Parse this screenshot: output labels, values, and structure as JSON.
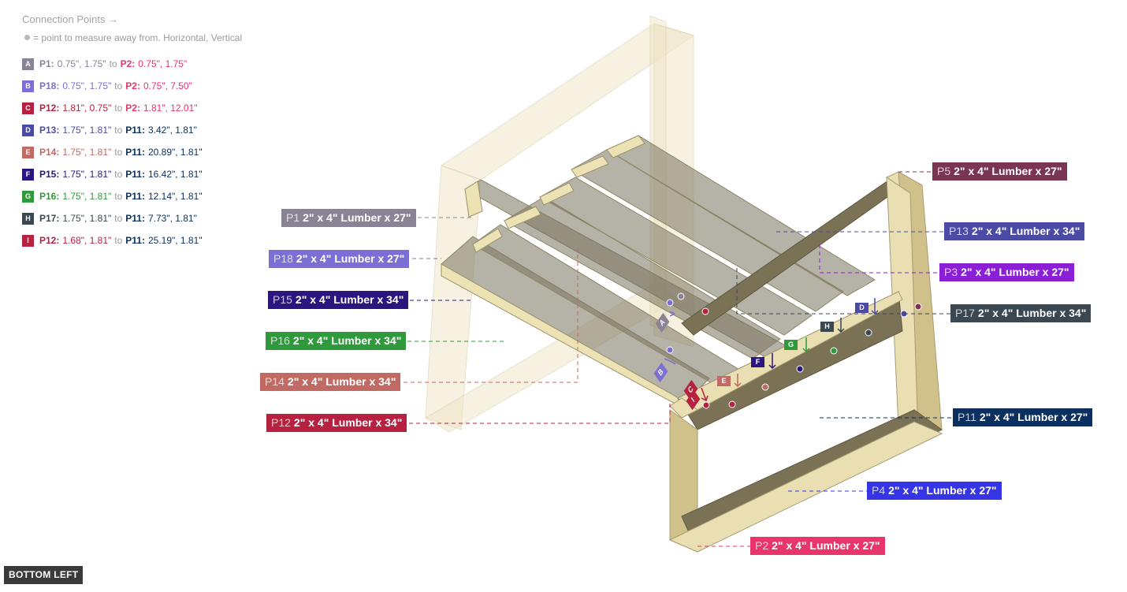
{
  "legend": {
    "title": "Connection Points →",
    "note": "= point to measure away from. Horizontal, Vertical",
    "rows": [
      {
        "letter": "A",
        "color": "#8a8396",
        "from_id": "P1:",
        "from_val": "0.75\", 1.75\"",
        "from_color": "#8a8396",
        "to_word": "to",
        "to_id": "P2:",
        "to_val": "0.75\", 1.75\"",
        "to_color": "#e8356b"
      },
      {
        "letter": "B",
        "color": "#7b6fd6",
        "from_id": "P18:",
        "from_val": "0.75\", 1.75\"",
        "from_color": "#7b6fd6",
        "to_word": "to",
        "to_id": "P2:",
        "to_val": "0.75\", 7.50\"",
        "to_color": "#e8356b"
      },
      {
        "letter": "C",
        "color": "#b5213f",
        "from_id": "P12:",
        "from_val": "1.81\", 0.75\"",
        "from_color": "#b5213f",
        "to_word": "to",
        "to_id": "P2:",
        "to_val": "1.81\", 12.01\"",
        "to_color": "#e8356b"
      },
      {
        "letter": "D",
        "color": "#4b4ba6",
        "from_id": "P13:",
        "from_val": "1.75\", 1.81\"",
        "from_color": "#4b4ba6",
        "to_word": "to",
        "to_id": "P11:",
        "to_val": "3.42\", 1.81\"",
        "to_color": "#0b2f5e"
      },
      {
        "letter": "E",
        "color": "#c06a63",
        "from_id": "P14:",
        "from_val": "1.75\", 1.81\"",
        "from_color": "#c06a63",
        "to_word": "to",
        "to_id": "P11:",
        "to_val": "20.89\", 1.81\"",
        "to_color": "#0b2f5e"
      },
      {
        "letter": "F",
        "color": "#2d1580",
        "from_id": "P15:",
        "from_val": "1.75\", 1.81\"",
        "from_color": "#2d1580",
        "to_word": "to",
        "to_id": "P11:",
        "to_val": "16.42\", 1.81\"",
        "to_color": "#0b2f5e"
      },
      {
        "letter": "G",
        "color": "#2f9a3c",
        "from_id": "P16:",
        "from_val": "1.75\", 1.81\"",
        "from_color": "#2f9a3c",
        "to_word": "to",
        "to_id": "P11:",
        "to_val": "12.14\", 1.81\"",
        "to_color": "#0b2f5e"
      },
      {
        "letter": "H",
        "color": "#3b4751",
        "from_id": "P17:",
        "from_val": "1.75\", 1.81\"",
        "from_color": "#3b4751",
        "to_word": "to",
        "to_id": "P11:",
        "to_val": "7.73\", 1.81\"",
        "to_color": "#0b2f5e"
      },
      {
        "letter": "I",
        "color": "#b5213f",
        "from_id": "P12:",
        "from_val": "1.68\", 1.81\"",
        "from_color": "#b5213f",
        "to_word": "to",
        "to_id": "P11:",
        "to_val": "25.19\", 1.81\"",
        "to_color": "#0b2f5e"
      }
    ]
  },
  "parts": [
    {
      "id": "P5",
      "desc": "2\" x 4\" Lumber  x 27\"",
      "color": "#7a3555"
    },
    {
      "id": "P1",
      "desc": "2\" x 4\" Lumber  x 27\"",
      "color": "#8a8396"
    },
    {
      "id": "P13",
      "desc": "2\" x 4\" Lumber  x 34\"",
      "color": "#4b4ba6"
    },
    {
      "id": "P18",
      "desc": "2\" x 4\" Lumber  x 27\"",
      "color": "#7b6fd6"
    },
    {
      "id": "P3",
      "desc": "2\" x 4\" Lumber  x 27\"",
      "color": "#8a1fd6"
    },
    {
      "id": "P15",
      "desc": "2\" x 4\" Lumber  x 34\"",
      "color": "#2d1580"
    },
    {
      "id": "P17",
      "desc": "2\" x 4\" Lumber  x 34\"",
      "color": "#3b4751"
    },
    {
      "id": "P16",
      "desc": "2\" x 4\" Lumber  x 34\"",
      "color": "#2f9a3c"
    },
    {
      "id": "P14",
      "desc": "2\" x 4\" Lumber  x 34\"",
      "color": "#c06a63"
    },
    {
      "id": "P11",
      "desc": "2\" x 4\" Lumber  x 27\"",
      "color": "#0b2f5e"
    },
    {
      "id": "P12",
      "desc": "2\" x 4\" Lumber  x 34\"",
      "color": "#b5213f"
    },
    {
      "id": "P4",
      "desc": "2\" x 4\" Lumber  x 27\"",
      "color": "#3535e6"
    },
    {
      "id": "P2",
      "desc": "2\" x 4\" Lumber  x 27\"",
      "color": "#e8356b"
    }
  ],
  "tags": [
    {
      "letter": "A",
      "color": "#8a8396"
    },
    {
      "letter": "B",
      "color": "#7b6fd6"
    },
    {
      "letter": "C",
      "color": "#b5213f"
    },
    {
      "letter": "D",
      "color": "#4b4ba6"
    },
    {
      "letter": "E",
      "color": "#c06a63"
    },
    {
      "letter": "F",
      "color": "#2d1580"
    },
    {
      "letter": "G",
      "color": "#2f9a3c"
    },
    {
      "letter": "H",
      "color": "#3b4751"
    },
    {
      "letter": "I",
      "color": "#b5213f"
    }
  ],
  "view": {
    "label": "BOTTOM LEFT"
  }
}
